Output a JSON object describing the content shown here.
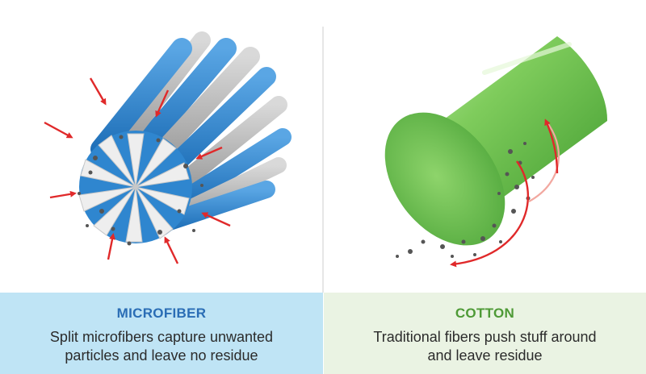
{
  "colors": {
    "microfiber_panel_bg": "#bfe4f5",
    "cotton_panel_bg": "#eaf3e3",
    "microfiber_title": "#2a6db5",
    "cotton_title": "#4e9a36",
    "arrow": "#e0292a",
    "microfiber_fiber_blue": "#2f86cf",
    "microfiber_fiber_white": "#eeeeee",
    "cotton_fiber": "#6cc04a",
    "particle": "#555555",
    "divider": "#cccccc"
  },
  "microfiber": {
    "title": "MICROFIBER",
    "description": "Split microfibers capture unwanted particles and leave no residue",
    "icon": "microfiber-bundle-illustration"
  },
  "cotton": {
    "title": "COTTON",
    "description": "Traditional fibers push stuff around and leave residue",
    "icon": "cotton-fiber-illustration"
  }
}
